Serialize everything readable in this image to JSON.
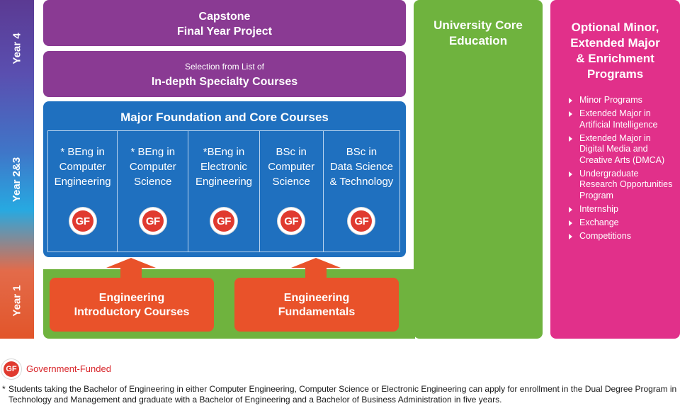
{
  "years": {
    "year4": "Year 4",
    "year23": "Year 2&3",
    "year1": "Year 1"
  },
  "capstone": {
    "line1": "Capstone",
    "line2": "Final Year Project"
  },
  "indepth": {
    "line1": "Selection from List of",
    "line2": "In-depth Specialty Courses"
  },
  "major": {
    "title": "Major Foundation and Core Courses",
    "programs": [
      {
        "lines": [
          "* BEng in",
          "Computer",
          "Engineering"
        ],
        "badge": "GF"
      },
      {
        "lines": [
          "* BEng in",
          "Computer",
          "Science"
        ],
        "badge": "GF"
      },
      {
        "lines": [
          "*BEng in",
          "Electronic",
          "Engineering"
        ],
        "badge": "GF"
      },
      {
        "lines": [
          "BSc in",
          "Computer",
          "Science"
        ],
        "badge": "GF"
      },
      {
        "lines": [
          "BSc in",
          "Data Science",
          "& Technology"
        ],
        "badge": "GF"
      }
    ]
  },
  "year1": {
    "box1": {
      "line1": "Engineering",
      "line2": "Introductory Courses"
    },
    "box2": {
      "line1": "Engineering",
      "line2": "Fundamentals"
    }
  },
  "core": {
    "line1": "University Core",
    "line2": "Education"
  },
  "optional": {
    "title_lines": [
      "Optional Minor,",
      "Extended Major",
      "& Enrichment",
      "Programs"
    ],
    "items": [
      "Minor Programs",
      "Extended Major in Artificial Intelligence",
      "Extended Major in Digital Media and Creative Arts (DMCA)",
      "Undergraduate Research Opportunities Program",
      "Internship",
      "Exchange",
      "Competitions"
    ]
  },
  "legend": {
    "badge": "GF",
    "label": "Government-Funded"
  },
  "footnote": {
    "star": "*",
    "text": "Students taking the Bachelor of Engineering in either Computer Engineering, Computer Science or Electronic Engineering can apply for enrollment in the Dual Degree Program in Technology and Management and graduate with a Bachelor of Engineering and a Bachelor of Business Administration in five years."
  },
  "colors": {
    "purple": "#8a3a93",
    "blue": "#1f70bf",
    "green": "#6fb33e",
    "orange": "#e9522a",
    "pink": "#e1308a",
    "gf_red": "#e03a2f"
  }
}
